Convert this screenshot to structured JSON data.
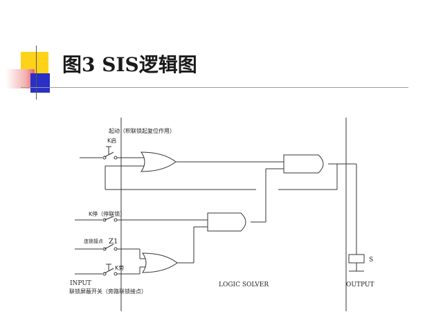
{
  "slide": {
    "title": "图3   SIS逻辑图",
    "accent_colors": {
      "yellow": "#ffd21a",
      "red": "#e04848",
      "blue": "#2830c8",
      "pink": "#f2a8a8"
    }
  },
  "diagram": {
    "labels": {
      "start_note": "起动（积联锁起复位作用）",
      "k_start": "K启",
      "k_stop": "K停（停联锁）",
      "interlock_contact": "连锁接点",
      "z1": "Z1",
      "k_bypass": "K旁",
      "input": "INPUT",
      "bypass_note": "联锁屏蔽开关（旁路联锁接点）",
      "logic_solver": "LOGIC  SOLVER",
      "output": "OUTPUT",
      "s": "S"
    }
  }
}
